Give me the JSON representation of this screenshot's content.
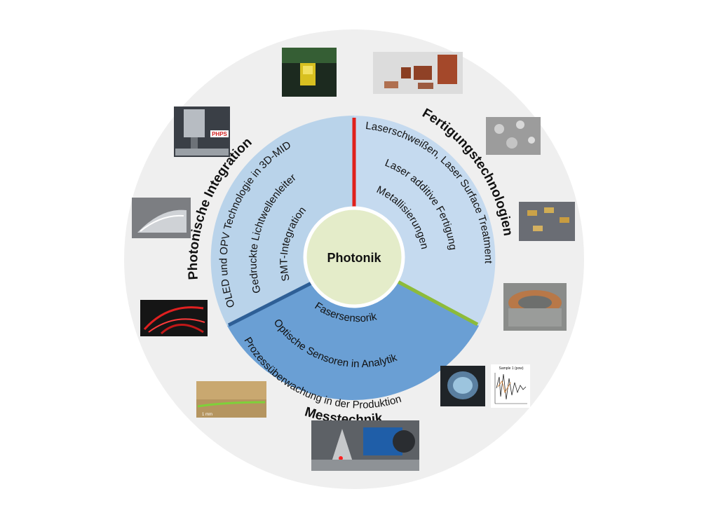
{
  "center": {
    "label": "Photonik"
  },
  "sectors": {
    "integration": {
      "title": "Photonische Integration",
      "items": [
        "OLED und OPV Technologie in 3D-MID",
        "Gedruckte Lichtwellenleiter",
        "SMT-Integration"
      ],
      "color": "#b9d3ea"
    },
    "fertigung": {
      "title": "Fertigungstechnologien",
      "items": [
        "Laserschweißen, Laser Surface Treatment",
        "Laser additive Fertigung",
        "Metallisierungen"
      ],
      "color": "#c5daef"
    },
    "messtechnik": {
      "title": "Messtechnik",
      "items": [
        "Fasersensorik",
        "Optische Sensoren in Analytik",
        "Prozessüberwachung in der Produktion"
      ],
      "color": "#6a9fd4"
    }
  },
  "divider_colors": {
    "top": "#e0201b",
    "right": "#8dbb3a",
    "left": "#2e5f96"
  },
  "photos": {
    "graph_title": "Sample 1 (pow)",
    "fiber_label": "1 mm"
  }
}
